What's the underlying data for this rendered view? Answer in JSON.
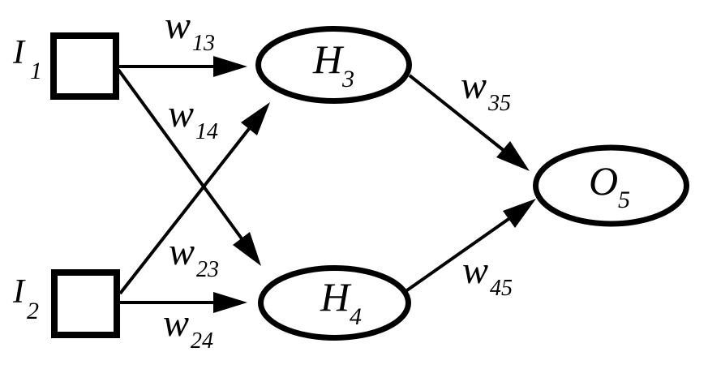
{
  "diagram": {
    "kind": "neural-network",
    "background_color": "#ffffff",
    "ink_color": "#000000"
  },
  "nodes": [
    {
      "id": "I1",
      "layer": "input",
      "shape": "square",
      "label": "I",
      "subscript": "1"
    },
    {
      "id": "I2",
      "layer": "input",
      "shape": "square",
      "label": "I",
      "subscript": "2"
    },
    {
      "id": "H3",
      "layer": "hidden",
      "shape": "ellipse",
      "label": "H",
      "subscript": "3"
    },
    {
      "id": "H4",
      "layer": "hidden",
      "shape": "ellipse",
      "label": "H",
      "subscript": "4"
    },
    {
      "id": "O5",
      "layer": "output",
      "shape": "ellipse",
      "label": "O",
      "subscript": "5"
    }
  ],
  "edges": [
    {
      "from": "I1",
      "to": "H3",
      "label": "w",
      "subscript": "13"
    },
    {
      "from": "I1",
      "to": "H4",
      "label": "w",
      "subscript": "14"
    },
    {
      "from": "I2",
      "to": "H3",
      "label": "w",
      "subscript": "23"
    },
    {
      "from": "I2",
      "to": "H4",
      "label": "w",
      "subscript": "24"
    },
    {
      "from": "H3",
      "to": "O5",
      "label": "w",
      "subscript": "35"
    },
    {
      "from": "H4",
      "to": "O5",
      "label": "w",
      "subscript": "45"
    }
  ]
}
